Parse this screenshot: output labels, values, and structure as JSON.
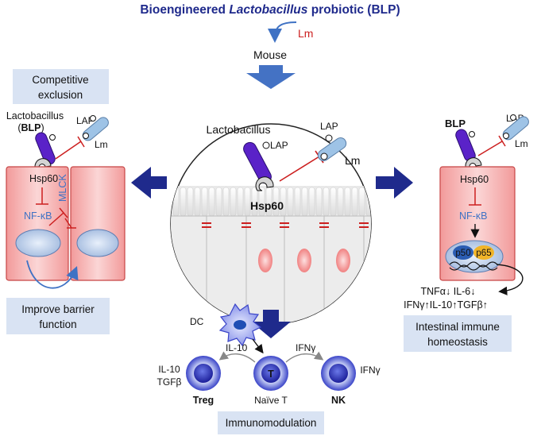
{
  "title": {
    "prefix": "Bioengineered ",
    "italic": "Lactobacillus",
    "suffix": " probiotic (BLP)"
  },
  "top": {
    "lm": "Lm",
    "mouse": "Mouse"
  },
  "left": {
    "box": [
      "Competitive",
      "exclusion"
    ],
    "lacto": "Lactobacillus",
    "blp_open": "(",
    "blp": "BLP",
    "blp_close": ")",
    "lap": "LAP",
    "lm": "Lm",
    "hsp60": "Hsp60",
    "nfkb": "NF-κB",
    "mlck": "MLCK",
    "barrier_box": [
      "Improve barrier",
      "function"
    ]
  },
  "center": {
    "lacto": "Lactobacillus",
    "lap_bacterium": "LAP",
    "lap": "LAP",
    "lm": "Lm",
    "hsp60": "Hsp60"
  },
  "right": {
    "blp": "BLP",
    "lap": "LAP",
    "lm": "Lm",
    "hsp60": "Hsp60",
    "nfkb": "NF-κB",
    "p50": "p50",
    "p65": "p65",
    "cytokines1": "TNFα↓ IL-6↓",
    "cytokines2": "IFNγ↑IL-10↑TGFβ↑",
    "box": [
      "Intestinal immune",
      "homeostasis"
    ]
  },
  "bottom": {
    "dc": "DC",
    "il10": "IL-10",
    "ifng_top": "IFNγ",
    "t": "T",
    "naive": "Naïve T",
    "treg_side1": "IL-10",
    "treg_side2": "TGFβ",
    "treg": "Treg",
    "nk": "NK",
    "nk_side": "IFNγ",
    "box": "Immunomodulation"
  },
  "colors": {
    "navy": "#1f2a8c",
    "arrow_blue": "#3f72c4",
    "purple": "#5a22c8",
    "light_blue_bacterium": "#9ec3e6",
    "cell_red": "#f4a7a7",
    "inhibit_red": "#cc1f1f",
    "box_bg": "#d9e3f3",
    "nucleus": "#b7c9e6"
  }
}
